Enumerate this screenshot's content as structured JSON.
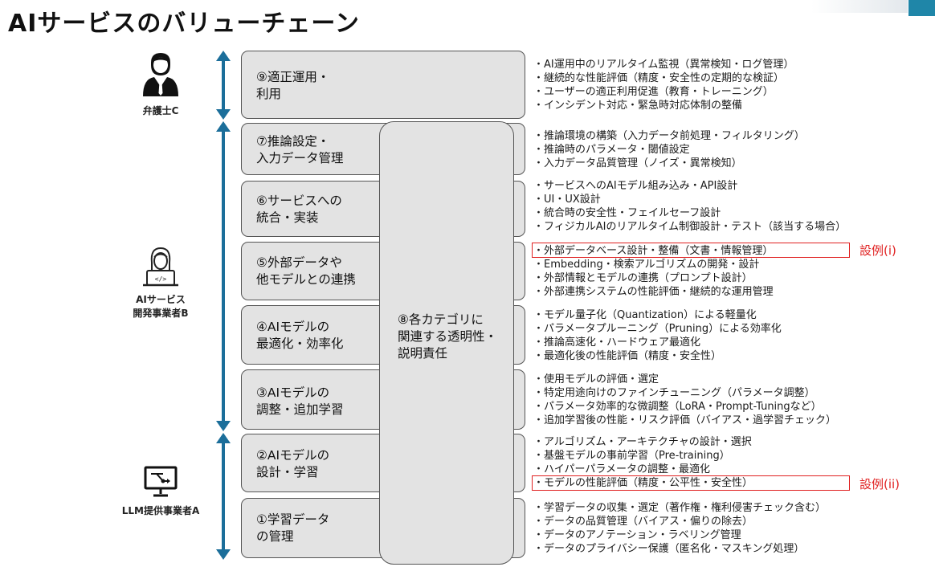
{
  "title": "AIサービスのバリューチェーン",
  "actors": [
    {
      "id": "c",
      "label": "弁護士C",
      "icon": "lawyer-icon"
    },
    {
      "id": "b",
      "label_lines": [
        "AIサービス",
        "開発事業者B"
      ],
      "icon": "developer-laptop-icon"
    },
    {
      "id": "a",
      "label": "LLM提供事業者A",
      "icon": "monitor-network-icon"
    }
  ],
  "stages": [
    {
      "id": "s9",
      "label": "⑨適正運用・\n利用"
    },
    {
      "id": "s7",
      "label": "⑦推論設定・\n入力データ管理"
    },
    {
      "id": "s6",
      "label": "⑥サービスへの\n統合・実装"
    },
    {
      "id": "s5",
      "label": "⑤外部データや\n他モデルとの連携"
    },
    {
      "id": "s4",
      "label": "④AIモデルの\n最適化・効率化"
    },
    {
      "id": "s3",
      "label": "③AIモデルの\n調整・追加学習"
    },
    {
      "id": "s2",
      "label": "②AIモデルの\n設計・学習"
    },
    {
      "id": "s1",
      "label": "①学習データ\nの管理"
    }
  ],
  "overlay": {
    "label": "⑧各カテゴリに\n関連する透明性・\n説明責任"
  },
  "bullet_groups": [
    {
      "items": [
        "・AI運用中のリアルタイム監視（異常検知・ログ管理）",
        "・継続的な性能評価（精度・安全性の定期的な検証）",
        "・ユーザーの適正利用促進（教育・トレーニング）",
        "・インシデント対応・緊急時対応体制の整備"
      ]
    },
    {
      "items": [
        "・推論環境の構築（入力データ前処理・フィルタリング）",
        "・推論時のパラメータ・閾値設定",
        "・入力データ品質管理（ノイズ・異常検知）"
      ]
    },
    {
      "items": [
        "・サービスへのAIモデル組み込み・API設計",
        "・UI・UX設計",
        "・統合時の安全性・フェイルセーフ設計",
        "・フィジカルAIのリアルタイム制御設計・テスト（該当する場合）"
      ]
    },
    {
      "items": [
        "・外部データベース設計・整備（文書・情報管理）",
        "・Embedding・検索アルゴリズムの開発・設計",
        "・外部情報とモデルの連携（プロンプト設計）",
        "・外部連携システムの性能評価・継続的な運用管理"
      ]
    },
    {
      "items": [
        "・モデル量子化（Quantization）による軽量化",
        "・パラメータプルーニング（Pruning）による効率化",
        "・推論高速化・ハードウェア最適化",
        "・最適化後の性能評価（精度・安全性）"
      ]
    },
    {
      "items": [
        "・使用モデルの評価・選定",
        "・特定用途向けのファインチューニング（パラメータ調整）",
        "・パラメータ効率的な微調整（LoRA・Prompt-Tuningなど）",
        "・追加学習後の性能・リスク評価（バイアス・過学習チェック）"
      ]
    },
    {
      "items": [
        "・アルゴリズム・アーキテクチャの設計・選択",
        "・基盤モデルの事前学習（Pre-training）",
        "・ハイパーパラメータの調整・最適化",
        "・モデルの性能評価（精度・公平性・安全性）"
      ]
    },
    {
      "items": [
        "・学習データの収集・選定（著作権・権利侵害チェック含む）",
        "・データの品質管理（バイアス・偏りの除去）",
        "・データのアノテーション・ラベリング管理",
        "・データのプライバシー保護（匿名化・マスキング処理）"
      ]
    }
  ],
  "highlights": [
    {
      "label": "設例(i)"
    },
    {
      "label": "設例(ii)"
    }
  ],
  "colors": {
    "arrow": "#1b6e9a",
    "box_fill": "#e3e3e3",
    "box_border": "#555555",
    "highlight": "#e02020",
    "corner_accent": "#1f86a8"
  }
}
